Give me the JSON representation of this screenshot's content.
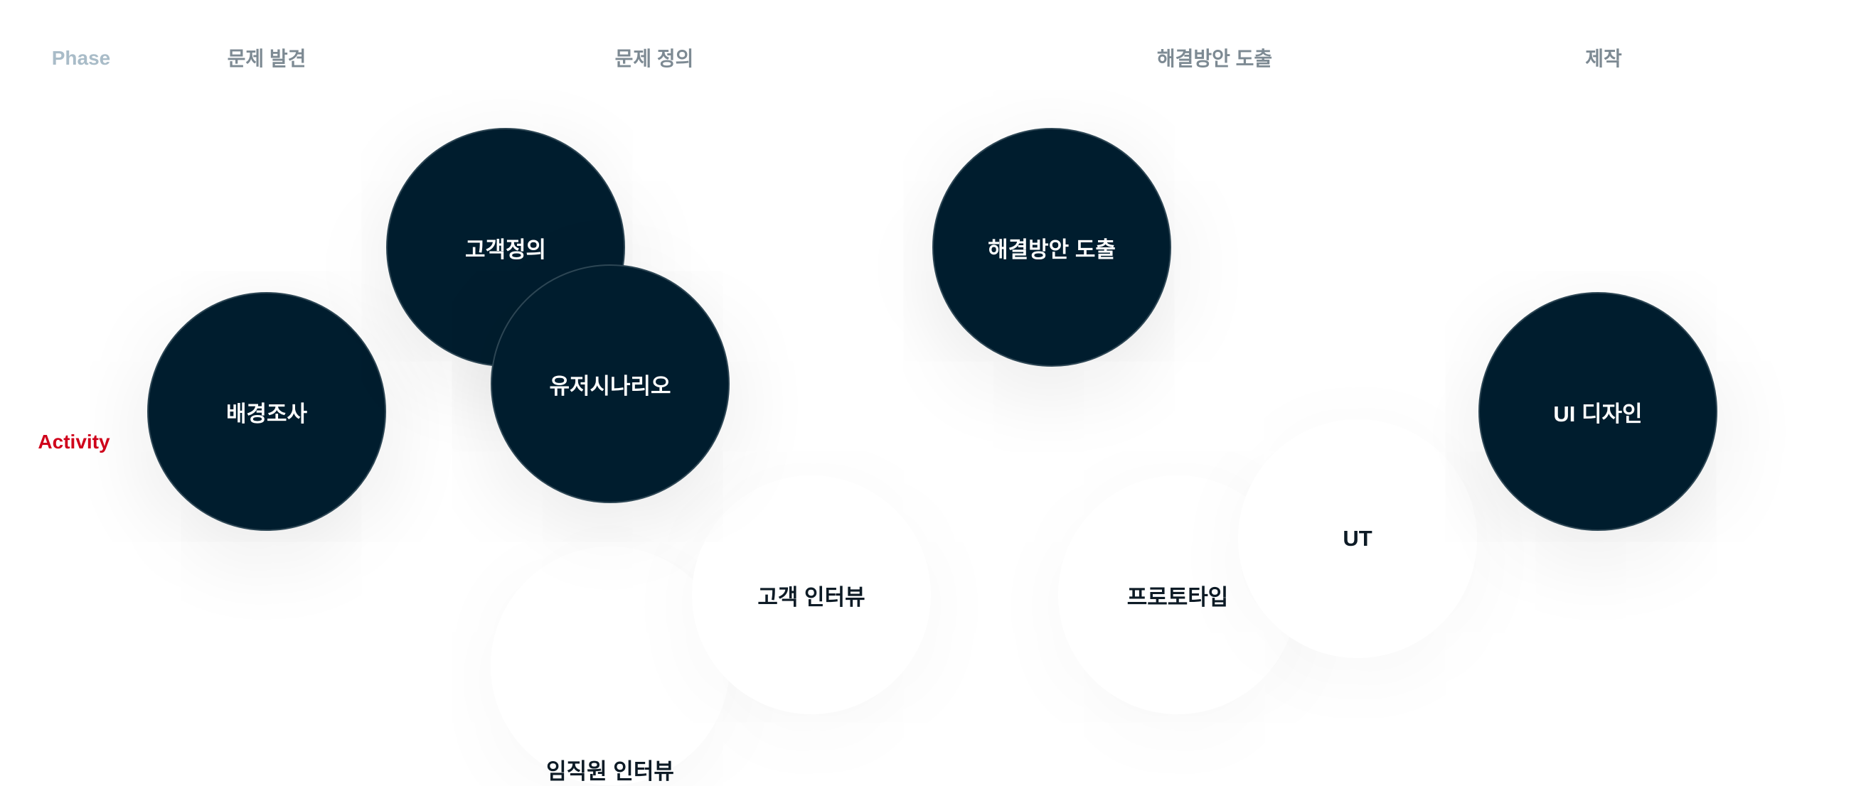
{
  "row_labels": {
    "phase": "Phase",
    "activity": "Activity"
  },
  "phases": [
    "문제 발견",
    "문제 정의",
    "해결방안 도출",
    "제작"
  ],
  "activities": {
    "background_research": "배경조사",
    "customer_definition": "고객정의",
    "user_scenario": "유저시나리오",
    "solution_derivation": "해결방안 도출",
    "ui_design": "UI 디자인",
    "employee_interview": "임직원 인터뷰",
    "customer_interview": "고객 인터뷰",
    "prototype": "프로토타입",
    "ut": "UT"
  },
  "colors": {
    "dark_node": "#001d2e",
    "activity_label": "#d0021b",
    "phase_label": "#7d8a93"
  }
}
